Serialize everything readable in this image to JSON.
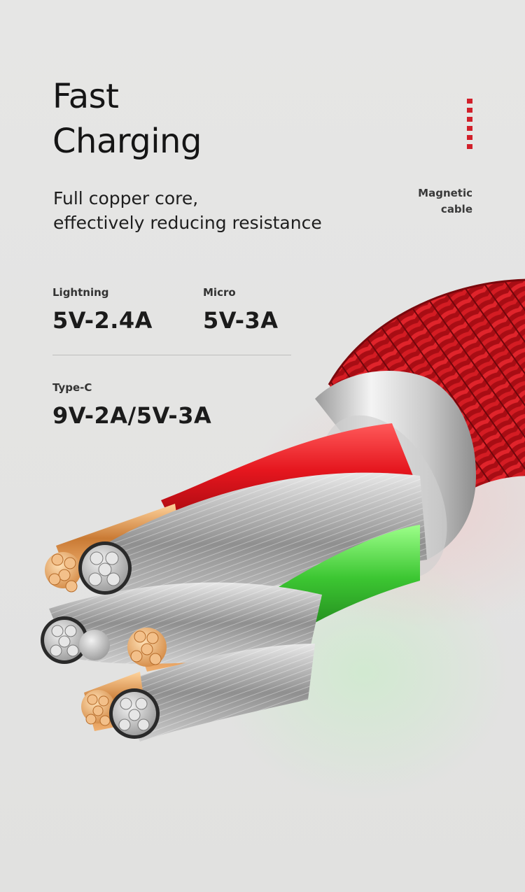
{
  "title": {
    "line1": "Fast",
    "line2": "Charging"
  },
  "subtitle": {
    "line1": "Full copper core,",
    "line2": "effectively reducing resistance"
  },
  "side_label": {
    "line1": "Magnetic",
    "line2": "cable"
  },
  "specs": [
    {
      "label": "Lightning",
      "value": "5V-2.4A"
    },
    {
      "label": "Micro",
      "value": "5V-3A"
    },
    {
      "label": "Type-C",
      "value": "9V-2A/5V-3A"
    }
  ],
  "colors": {
    "accent": "#d1202a",
    "background": "#e4e4e3",
    "braid_red": "#c8141c",
    "wire_red": "#e51b22",
    "wire_green": "#43c73a",
    "copper": "#d9954e",
    "silver": "#b8b8b8"
  }
}
